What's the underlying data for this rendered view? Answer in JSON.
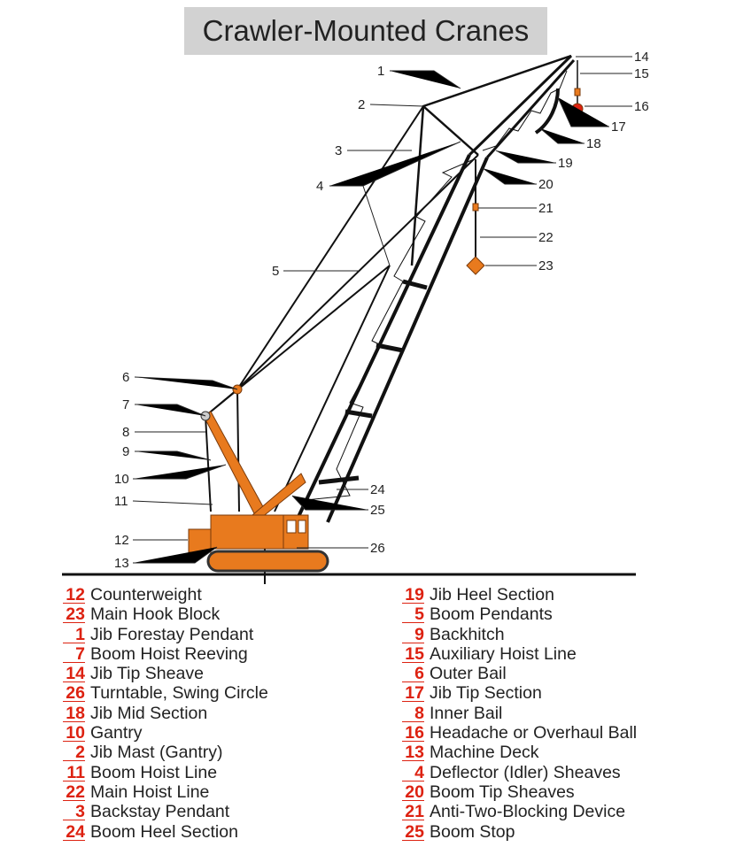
{
  "title": "Crawler-Mounted Cranes",
  "callouts": [
    "1",
    "2",
    "3",
    "4",
    "5",
    "6",
    "7",
    "8",
    "9",
    "10",
    "11",
    "12",
    "13",
    "14",
    "15",
    "16",
    "17",
    "18",
    "19",
    "20",
    "21",
    "22",
    "23",
    "24",
    "25",
    "26"
  ],
  "legend_left": [
    {
      "num": "12",
      "label": "Counterweight"
    },
    {
      "num": "23",
      "label": "Main Hook Block"
    },
    {
      "num": "1",
      "label": "Jib Forestay Pendant"
    },
    {
      "num": "7",
      "label": "Boom Hoist Reeving"
    },
    {
      "num": "14",
      "label": "Jib Tip Sheave"
    },
    {
      "num": "26",
      "label": "Turntable, Swing Circle"
    },
    {
      "num": "18",
      "label": "Jib Mid Section"
    },
    {
      "num": "10",
      "label": "Gantry"
    },
    {
      "num": "2",
      "label": "Jib Mast  (Gantry)"
    },
    {
      "num": "11",
      "label": "Boom Hoist Line"
    },
    {
      "num": "22",
      "label": "Main Hoist Line"
    },
    {
      "num": "3",
      "label": "Backstay Pendant"
    },
    {
      "num": "24",
      "label": "Boom Heel Section"
    }
  ],
  "legend_right": [
    {
      "num": "19",
      "label": "Jib Heel Section"
    },
    {
      "num": "5",
      "label": "Boom Pendants"
    },
    {
      "num": "9",
      "label": "Backhitch"
    },
    {
      "num": "15",
      "label": "Auxiliary Hoist Line"
    },
    {
      "num": "6",
      "label": "Outer Bail"
    },
    {
      "num": "17",
      "label": "Jib Tip Section"
    },
    {
      "num": "8",
      "label": "Inner Bail"
    },
    {
      "num": "16",
      "label": "Headache or Overhaul Ball"
    },
    {
      "num": "13",
      "label": "Machine Deck"
    },
    {
      "num": "4",
      "label": "Deflector (Idler) Sheaves"
    },
    {
      "num": "20",
      "label": "Boom Tip Sheaves"
    },
    {
      "num": "21",
      "label": "Anti-Two-Blocking Device"
    },
    {
      "num": "25",
      "label": "Boom Stop"
    }
  ],
  "colors": {
    "crane": "#e87a1e",
    "number": "#d21",
    "title_bg": "#d2d2d2"
  }
}
